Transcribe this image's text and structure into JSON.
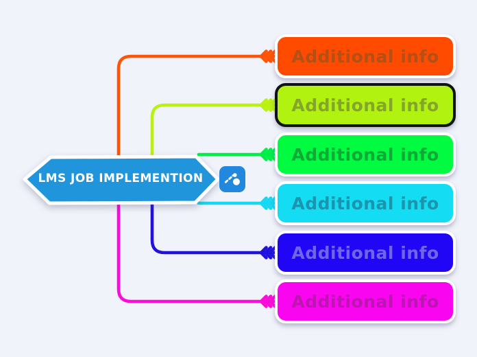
{
  "canvas": {
    "background": "#f1f3fb"
  },
  "root": {
    "label": "LMS JOB IMPLEMENTION",
    "fill": "#2095db",
    "stroke": "#ffffff",
    "text_color": "#ffffff",
    "icon": "activity-doodle-icon",
    "icon_fill": "#2188dd",
    "icon_glyph_color": "#ffffff"
  },
  "branches": [
    {
      "label": "Additional info",
      "fill": "#ff4b00",
      "border": "#ffffff",
      "text_color": "#b45016",
      "line_color": "#ff5405"
    },
    {
      "label": "Additional info",
      "fill": "#b2f211",
      "border": "#121212",
      "text_color": "#84a52b",
      "line_color": "#b9f211"
    },
    {
      "label": "Additional info",
      "fill": "#00fb41",
      "border": "#ffffff",
      "text_color": "#10a836",
      "line_color": "#00ef46"
    },
    {
      "label": "Additional info",
      "fill": "#14dcf2",
      "border": "#ffffff",
      "text_color": "#1b95ad",
      "line_color": "#16d8f2"
    },
    {
      "label": "Additional info",
      "fill": "#2106f5",
      "border": "#ffffff",
      "text_color": "#6f65e9",
      "line_color": "#2111dd"
    },
    {
      "label": "Additional info",
      "fill": "#fa05f0",
      "border": "#ffffff",
      "text_color": "#ba16b0",
      "line_color": "#fb0cd8"
    }
  ]
}
